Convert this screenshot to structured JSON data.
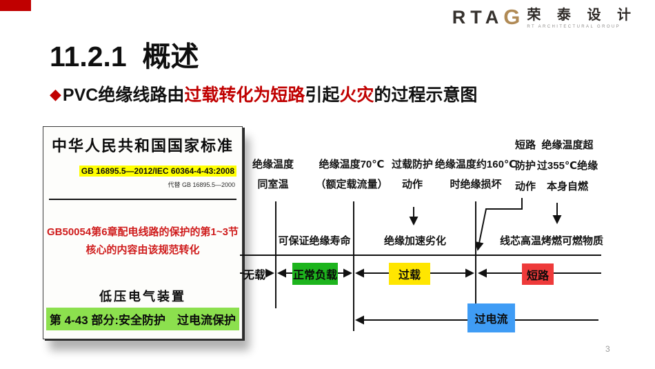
{
  "colors": {
    "accent_red": "#C00000",
    "logo_gold": "#B08A55",
    "stage_normal_green": "#1DB41D",
    "stage_overload_yellow": "#FFE600",
    "stage_short_red": "#EE3A3A",
    "overcurrent_blue": "#3F9CF5",
    "doc_code_highlight": "#FFFF00",
    "doc_part_highlight": "#8CE04E"
  },
  "logo": {
    "rta": "RTA",
    "g": "G",
    "cn": "荣 泰 设 计",
    "sub": "RT ARCHITECTURAL GROUP"
  },
  "title": "11.2.1  概述",
  "bullet": {
    "seg1": "PVC绝缘线路由",
    "seg2": "过载转化为短路",
    "seg3": "引起",
    "seg4": "火灾",
    "seg5": "的过程示意图"
  },
  "standard_doc": {
    "header": "中华人民共和国国家标准",
    "code_highlight": "GB 16895.5—2012/IEC 60364-4-43:2008",
    "replaces": "代替 GB 16895.5—2000",
    "note_line1": "GB50054第6章配电线路的保护的第1~3节",
    "note_line2": "核心的内容由该规范转化",
    "doc_title": "低压电气装置",
    "part_highlight": "第 4-43 部分:安全防护　过电流保护"
  },
  "diagram": {
    "top_labels": [
      {
        "lines": [
          "绝缘温度",
          "同室温"
        ]
      },
      {
        "lines": [
          "绝缘温度70℃",
          "（额定载流量）"
        ]
      },
      {
        "lines": [
          "过载防护",
          "动作"
        ]
      },
      {
        "lines": [
          "绝缘温度约160℃",
          "时绝缘损坏"
        ]
      },
      {
        "lines": [
          "短路",
          "防护",
          "动作"
        ]
      },
      {
        "lines": [
          "绝缘温度超",
          "过355℃绝缘",
          "本身自燃"
        ]
      }
    ],
    "mid_labels": [
      "可保证绝缘寿命",
      "绝缘加速劣化",
      "线芯高温烤燃可燃物质"
    ],
    "stages": [
      {
        "label": "无载"
      },
      {
        "label": "正常负载"
      },
      {
        "label": "过载"
      },
      {
        "label": "短路"
      }
    ],
    "overcurrent_label": "过电流"
  },
  "page_number": "3"
}
